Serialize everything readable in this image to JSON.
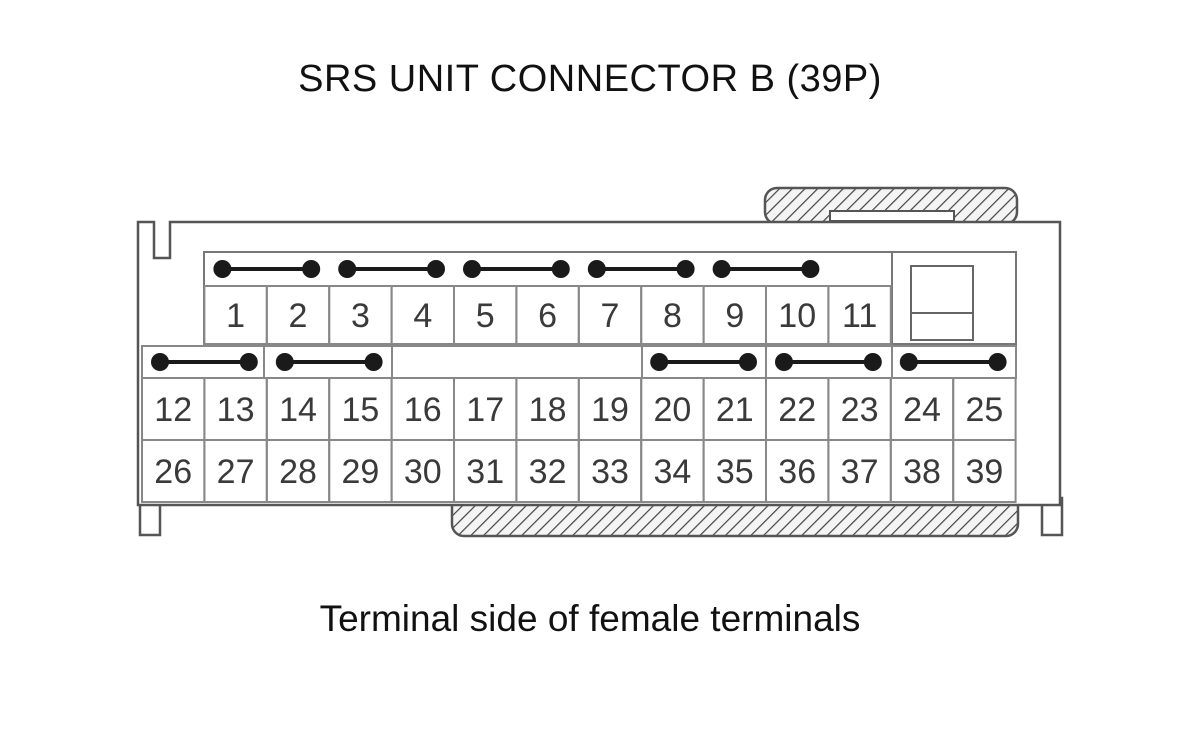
{
  "title": "SRS UNIT CONNECTOR B (39P)",
  "caption": "Terminal side of female terminals",
  "connector": {
    "pin_count": 39,
    "rows": [
      [
        "1",
        "2",
        "3",
        "4",
        "5",
        "6",
        "7",
        "8",
        "9",
        "10",
        "11"
      ],
      [
        "12",
        "13",
        "14",
        "15",
        "16",
        "17",
        "18",
        "19",
        "20",
        "21",
        "22",
        "23",
        "24",
        "25"
      ],
      [
        "26",
        "27",
        "28",
        "29",
        "30",
        "31",
        "32",
        "33",
        "34",
        "35",
        "36",
        "37",
        "38",
        "39"
      ]
    ],
    "shorting_bars": [
      [
        "1",
        "2"
      ],
      [
        "3",
        "4"
      ],
      [
        "5",
        "6"
      ],
      [
        "7",
        "8"
      ],
      [
        "9",
        "10"
      ],
      [
        "12",
        "13"
      ],
      [
        "14",
        "15"
      ],
      [
        "20",
        "21"
      ],
      [
        "22",
        "23"
      ],
      [
        "24",
        "25"
      ]
    ]
  },
  "colors": {
    "outline": "#555555",
    "bar": "#1a1a1a",
    "text": "#3a3a3a"
  }
}
